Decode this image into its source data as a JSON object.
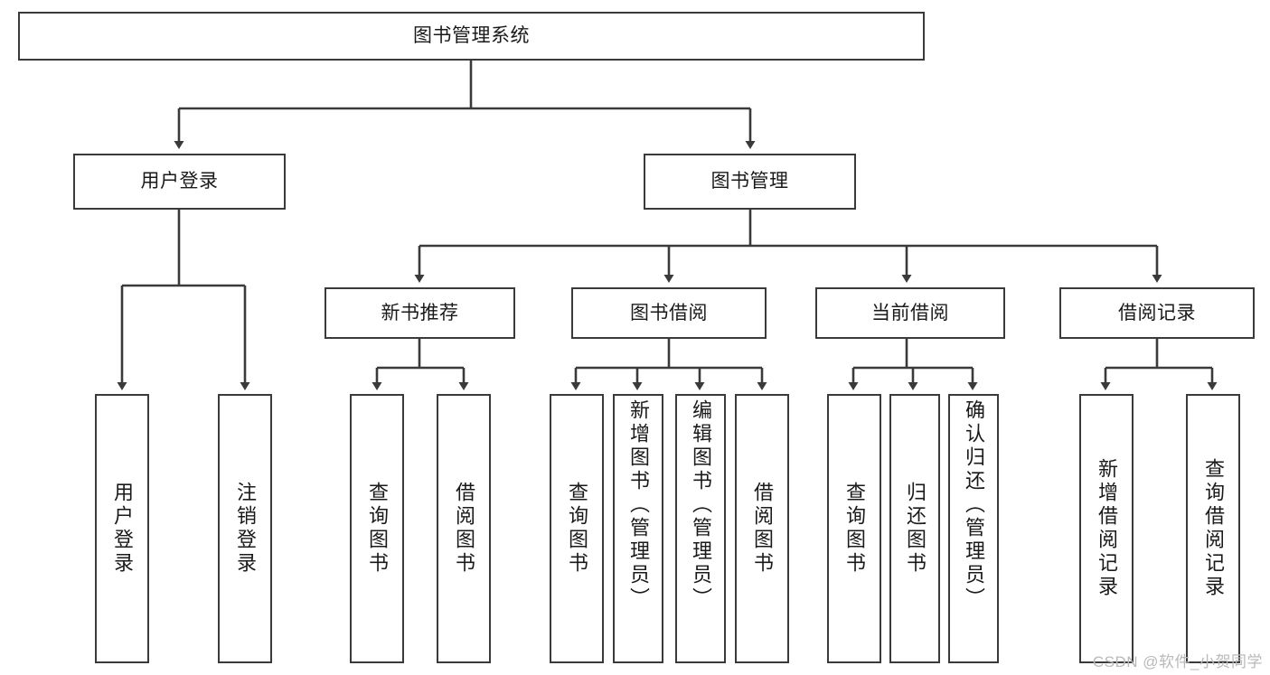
{
  "diagram": {
    "type": "tree-hierarchy",
    "title": "图书管理系统",
    "watermark": "CSDN @软件_小贺同学",
    "colors": {
      "box_border": "#3a3a3a",
      "box_fill": "#ffffff",
      "connector": "#3a3a3a",
      "text": "#1a1a1a",
      "watermark": "#b9b9b9"
    },
    "levels": {
      "root": {
        "label": "图书管理系统"
      },
      "level2": [
        {
          "label": "用户登录"
        },
        {
          "label": "图书管理"
        }
      ],
      "level3": [
        {
          "label": "新书推荐"
        },
        {
          "label": "图书借阅"
        },
        {
          "label": "当前借阅"
        },
        {
          "label": "借阅记录"
        }
      ],
      "level4": [
        {
          "label": "用户登录",
          "parent": "用户登录"
        },
        {
          "label": "注销登录",
          "parent": "用户登录"
        },
        {
          "label": "查询图书",
          "parent": "新书推荐"
        },
        {
          "label": "借阅图书",
          "parent": "新书推荐"
        },
        {
          "label": "查询图书",
          "parent": "图书借阅"
        },
        {
          "label": "新增图书（管理员）",
          "parent": "图书借阅"
        },
        {
          "label": "编辑图书（管理员）",
          "parent": "图书借阅"
        },
        {
          "label": "借阅图书",
          "parent": "图书借阅"
        },
        {
          "label": "查询图书",
          "parent": "当前借阅"
        },
        {
          "label": "归还图书",
          "parent": "当前借阅"
        },
        {
          "label": "确认归还（管理员）",
          "parent": "当前借阅"
        },
        {
          "label": "新增借阅记录",
          "parent": "借阅记录"
        },
        {
          "label": "查询借阅记录",
          "parent": "借阅记录"
        }
      ]
    }
  }
}
